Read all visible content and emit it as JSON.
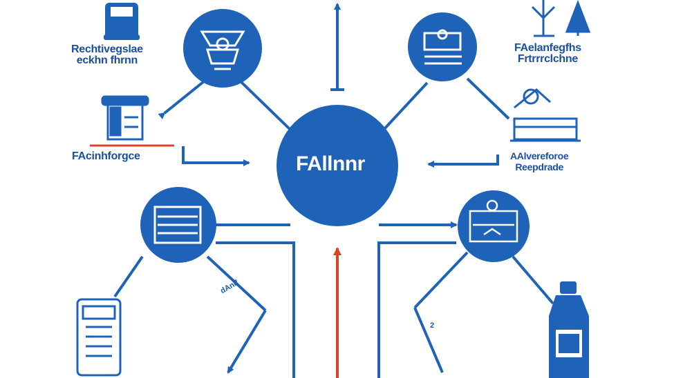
{
  "hub": {
    "label": "FAllnnr"
  },
  "labels": {
    "top_left": [
      "Rechtivegslae",
      "eckhn fhrnn"
    ],
    "mid_left": "FAcinhforgce",
    "top_right": [
      "FAelanfegfhs",
      "Frtrrrclchne"
    ],
    "mid_right": [
      "AAlvereforoe",
      "Reepdrade"
    ],
    "ann_left": "dAnlf",
    "ann_right": "2"
  },
  "colors": {
    "primary": "#1e63b8",
    "accent": "#e0402a",
    "background": "#ffffff"
  }
}
